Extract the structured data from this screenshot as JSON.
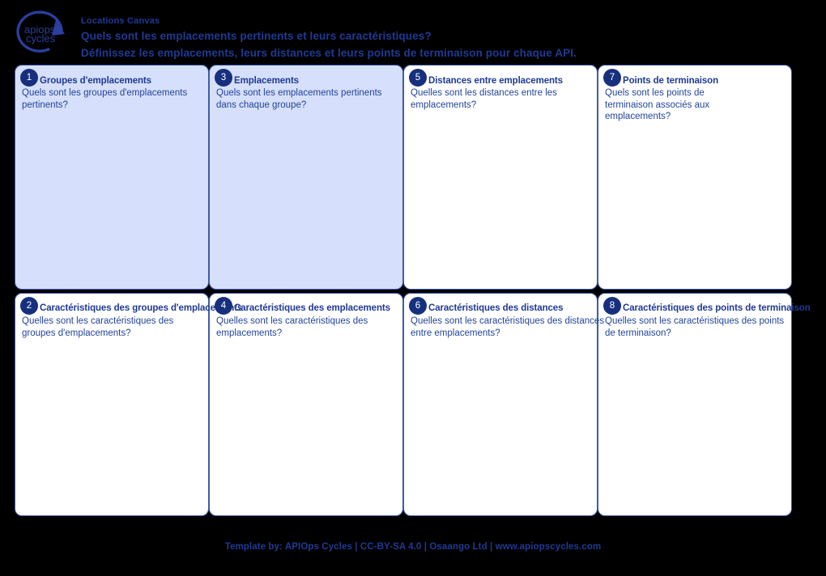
{
  "header": {
    "logo_alt": "APIOps Cycles logo",
    "logo_line1": "apiops",
    "logo_line2": "cycles",
    "kicker": "Locations Canvas",
    "question": "Quels sont les emplacements pertinents et leurs caractéristiques?",
    "subtitle": "Définissez les emplacements, leurs distances et leurs points de terminaison pour chaque API."
  },
  "colors": {
    "page_background": "#000000",
    "brand_blue": "#1f3a93",
    "badge_blue": "#17307e",
    "card_border": "#3f5bab",
    "card_tint": "#d6dffb",
    "card_white": "#ffffff"
  },
  "cards": [
    {
      "number": "1",
      "title": "Groupes d'emplacements",
      "description": "Quels sont les groupes d'emplacements pertinents?",
      "tinted": true
    },
    {
      "number": "3",
      "title": "Emplacements",
      "description": "Quels sont les emplacements pertinents dans chaque groupe?",
      "tinted": true
    },
    {
      "number": "5",
      "title": "Distances entre emplacements",
      "description": "Quelles sont les distances entre les emplacements?",
      "tinted": false
    },
    {
      "number": "7",
      "title": "Points de terminaison",
      "description": "Quels sont les points de terminaison associés aux emplacements?",
      "tinted": false
    },
    {
      "number": "2",
      "title": "Caractéristiques des groupes d'emplacements",
      "description": "Quelles sont les caractéristiques des groupes d'emplacements?",
      "tinted": false
    },
    {
      "number": "4",
      "title": "Caractéristiques des emplacements",
      "description": "Quelles sont les caractéristiques des emplacements?",
      "tinted": false
    },
    {
      "number": "6",
      "title": "Caractéristiques des distances",
      "description": "Quelles sont les caractéristiques des distances entre emplacements?",
      "tinted": false
    },
    {
      "number": "8",
      "title": "Caractéristiques des points de terminaison",
      "description": "Quelles sont les caractéristiques des points de terminaison?",
      "tinted": false
    }
  ],
  "footer": {
    "text": "Template by: APIOps Cycles | CC-BY-SA 4.0 | Osaango Ltd | www.apiopscycles.com"
  }
}
